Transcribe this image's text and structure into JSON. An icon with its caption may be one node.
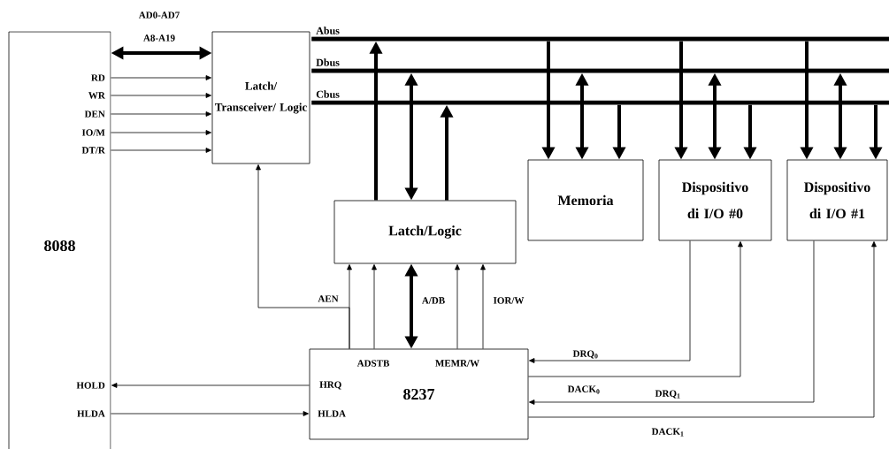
{
  "diagram": {
    "nodes": [
      {
        "text": [
          "8088"
        ]
      },
      {
        "text": [
          "Latch/ Transceiver/ Logic"
        ]
      },
      {
        "text": [
          "Abus"
        ]
      },
      {
        "text": [
          "Dbus"
        ]
      },
      {
        "text": [
          "Cbus"
        ]
      },
      {
        "text": [
          "Latch/Logic"
        ]
      },
      {
        "text": [
          "Memoria"
        ]
      },
      {
        "text": [
          "Dispositivo di I/O #0"
        ]
      },
      {
        "text": [
          "Dispositivo di I/O #1"
        ]
      },
      {
        "text": [
          "8237"
        ]
      }
    ],
    "edges": [
      {
        "from": 0,
        "to": 1,
        "arrow": "both",
        "style": "thick",
        "label": "AD0-AD7 A8-A19"
      },
      {
        "from": 0,
        "to": 1,
        "arrow": "to"
      },
      {
        "from": 0,
        "to": 1,
        "arrow": "to"
      },
      {
        "from": 0,
        "to": 1,
        "arrow": "to"
      },
      {
        "from": 0,
        "to": 1,
        "arrow": "to"
      },
      {
        "from": 0,
        "to": 1,
        "arrow": "to"
      },
      {
        "from": 5,
        "to": 2,
        "arrow": "to",
        "style": "thick"
      },
      {
        "from": 5,
        "to": 3,
        "arrow": "both",
        "style": "thick"
      },
      {
        "from": 5,
        "to": 4,
        "arrow": "to",
        "style": "thick"
      },
      {
        "from": 2,
        "to": 6,
        "arrow": "to",
        "style": "thick"
      },
      {
        "from": 3,
        "to": 6,
        "arrow": "both",
        "style": "thick"
      },
      {
        "from": 4,
        "to": 6,
        "arrow": "to",
        "style": "thick"
      },
      {
        "from": 2,
        "to": 7,
        "arrow": "to",
        "style": "thick"
      },
      {
        "from": 3,
        "to": 7,
        "arrow": "both",
        "style": "thick"
      },
      {
        "from": 4,
        "to": 7,
        "arrow": "to",
        "style": "thick"
      },
      {
        "from": 2,
        "to": 8,
        "arrow": "to",
        "style": "thick"
      },
      {
        "from": 3,
        "to": 8,
        "arrow": "both",
        "style": "thick"
      },
      {
        "from": 4,
        "to": 8,
        "arrow": "to",
        "style": "thick"
      },
      {
        "from": 9,
        "to": 5,
        "arrow": "to"
      },
      {
        "from": 9,
        "to": 1,
        "arrow": "to",
        "label": "AEN"
      },
      {
        "from": 9,
        "to": 5,
        "arrow": "to"
      },
      {
        "from": 9,
        "to": 5,
        "arrow": "both",
        "style": "thick",
        "label": "A/DB"
      },
      {
        "from": 9,
        "to": 5,
        "arrow": "to"
      },
      {
        "from": 9,
        "to": 5,
        "arrow": "to",
        "label": "IOR/W"
      },
      {
        "from": 9,
        "to": 0,
        "arrow": "to"
      },
      {
        "from": 0,
        "to": 9,
        "arrow": "to"
      },
      {
        "from": 7,
        "to": 9,
        "arrow": "to",
        "label": "DRQ$_{0}$"
      },
      {
        "from": 9,
        "to": 7,
        "arrow": "to",
        "label": "DACK$_{0}$"
      },
      {
        "from": 8,
        "to": 9,
        "arrow": "to",
        "label": "DRQ$_{1}$"
      },
      {
        "from": 9,
        "to": 8,
        "arrow": "to",
        "label": "DACK$_{1}$"
      }
    ],
    "labels": [
      "RD",
      "WR",
      "DEN",
      "IO/M",
      "DT/R",
      "HOLD",
      "HLDA",
      "ADSTB",
      "MEMR/W",
      "HRQ",
      "HLDA"
    ]
  }
}
